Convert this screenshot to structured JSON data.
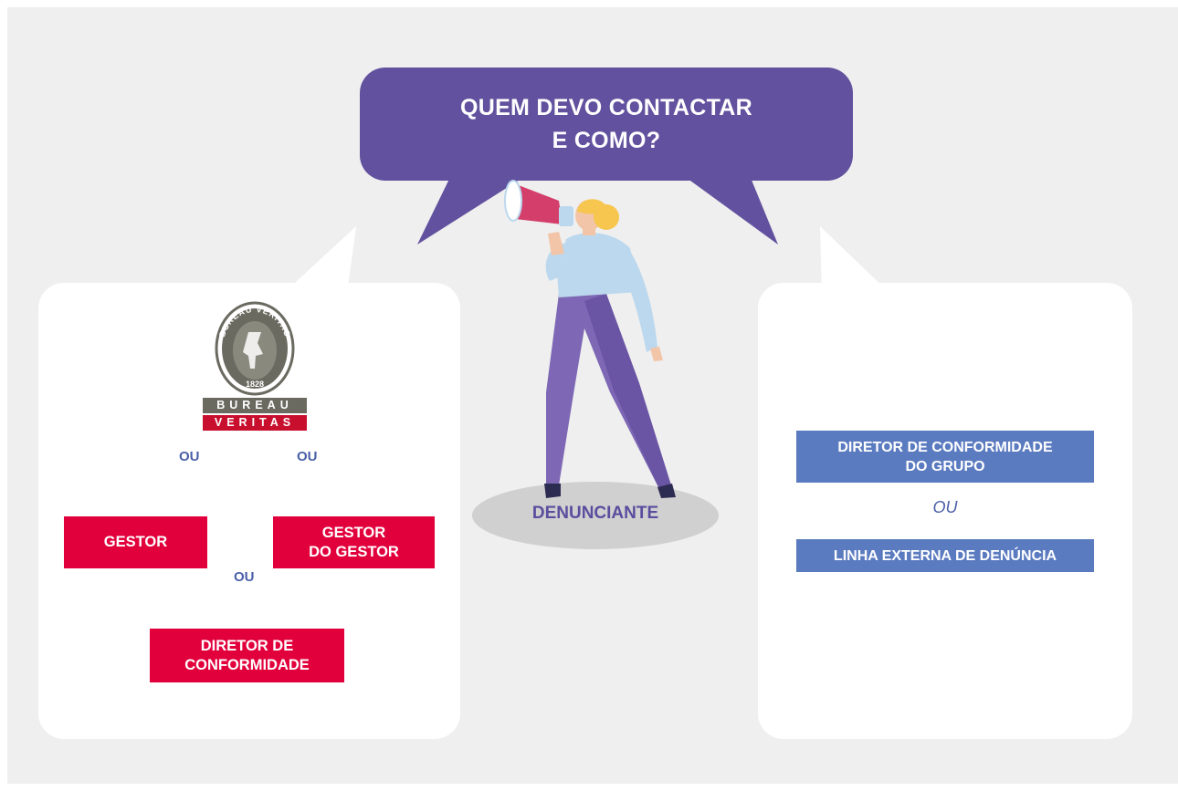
{
  "title": {
    "line1": "QUEM DEVO CONTACTAR",
    "line2": "E COMO?"
  },
  "logo": {
    "ring_text": "BUREAU VERITAS",
    "year": "1828",
    "word_top": "BUREAU",
    "word_bottom": "VERITAS"
  },
  "left_flow": {
    "ou_label": "OU",
    "gestor": "GESTOR",
    "gestor_do_gestor": {
      "line1": "GESTOR",
      "line2": "DO GESTOR"
    },
    "diretor_conformidade": {
      "line1": "DIRETOR DE",
      "line2": "CONFORMIDADE"
    }
  },
  "center": {
    "label": "DENUNCIANTE"
  },
  "right_flow": {
    "diretor_grupo": {
      "line1": "DIRETOR DE CONFORMIDADE",
      "line2": "DO GRUPO"
    },
    "ou_label": "OU",
    "linha_externa": "LINHA EXTERNA DE DENÚNCIA"
  },
  "colors": {
    "bubble": "#62519e",
    "red": "#e2003c",
    "blue": "#5b7bc0",
    "background": "#efefef"
  }
}
